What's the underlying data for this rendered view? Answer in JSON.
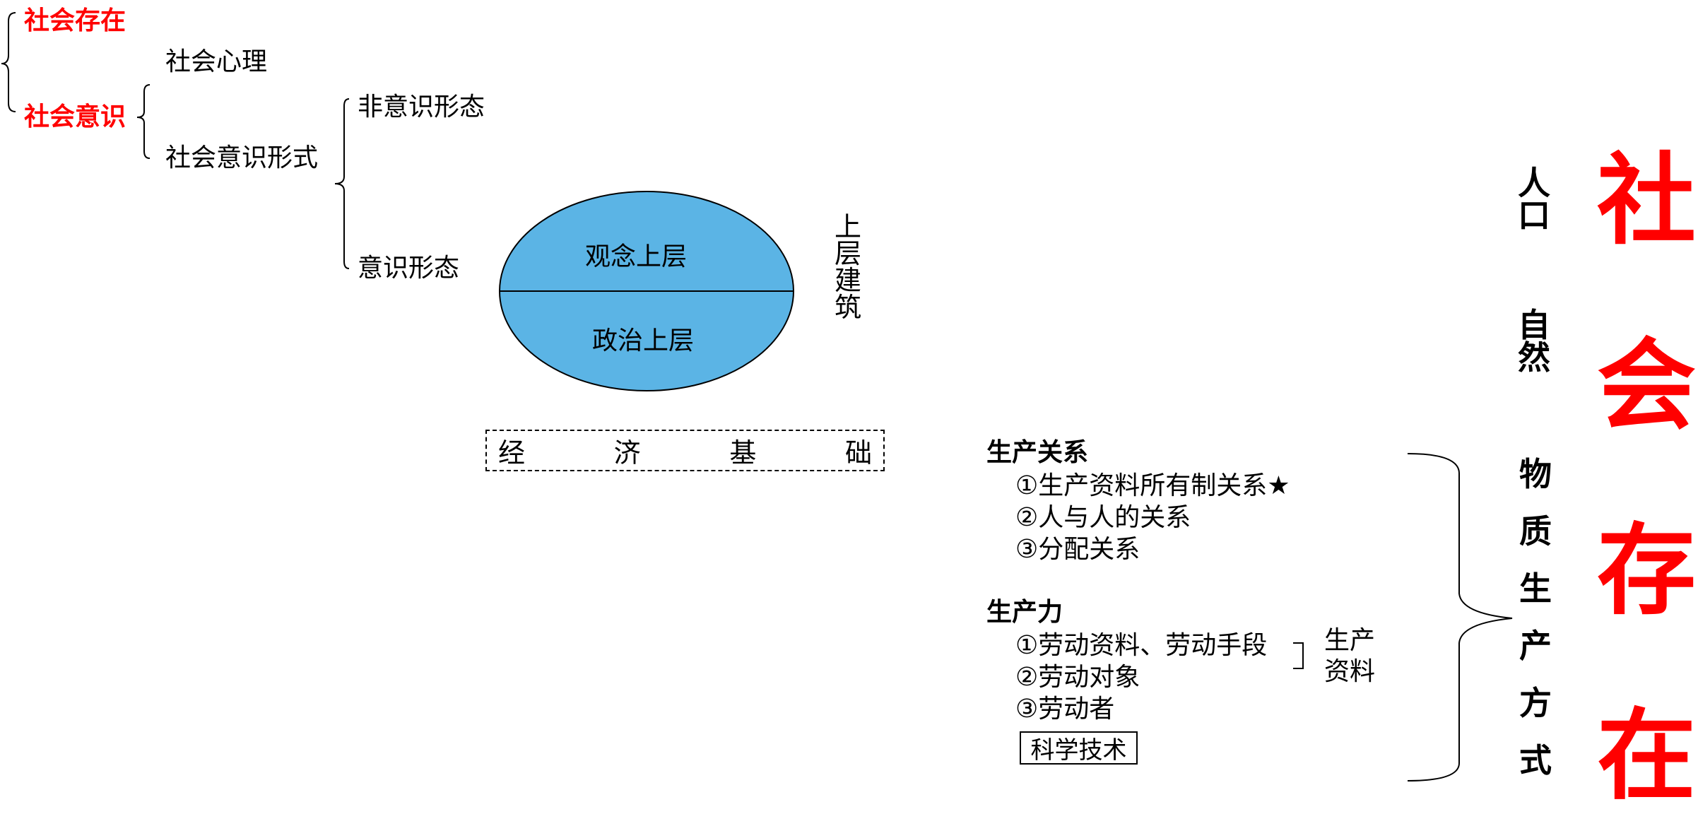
{
  "left": {
    "social_existence": "社会存在",
    "social_consciousness": "社会意识",
    "social_psychology": "社会心理",
    "social_consciousness_form": "社会意识形式",
    "non_ideology": "非意识形态",
    "ideology": "意识形态"
  },
  "ellipse": {
    "top_label": "观念上层",
    "bottom_label": "政治上层",
    "fill": "#5bb4e5"
  },
  "superstructure_chars": [
    "上",
    "层",
    "建",
    "筑"
  ],
  "economic_basis_chars": [
    "经",
    "济",
    "基",
    "础"
  ],
  "production_relations": {
    "title": "生产关系",
    "items": [
      "①生产资料所有制关系★",
      "②人与人的关系",
      "③分配关系"
    ]
  },
  "productive_forces": {
    "title": "生产力",
    "items": [
      "①劳动资料、劳动手段",
      "②劳动对象",
      "③劳动者"
    ],
    "means_of_production": "生产\n资料",
    "tech": "科学技术"
  },
  "population_chars": [
    "人",
    "口"
  ],
  "nature_chars": [
    "自",
    "然"
  ],
  "mode_of_production_chars": [
    "物",
    "质",
    "生",
    "产",
    "方",
    "式"
  ],
  "big_title_chars": [
    "社",
    "会",
    "存",
    "在"
  ],
  "colors": {
    "red": "#ff0000",
    "black": "#000000"
  }
}
